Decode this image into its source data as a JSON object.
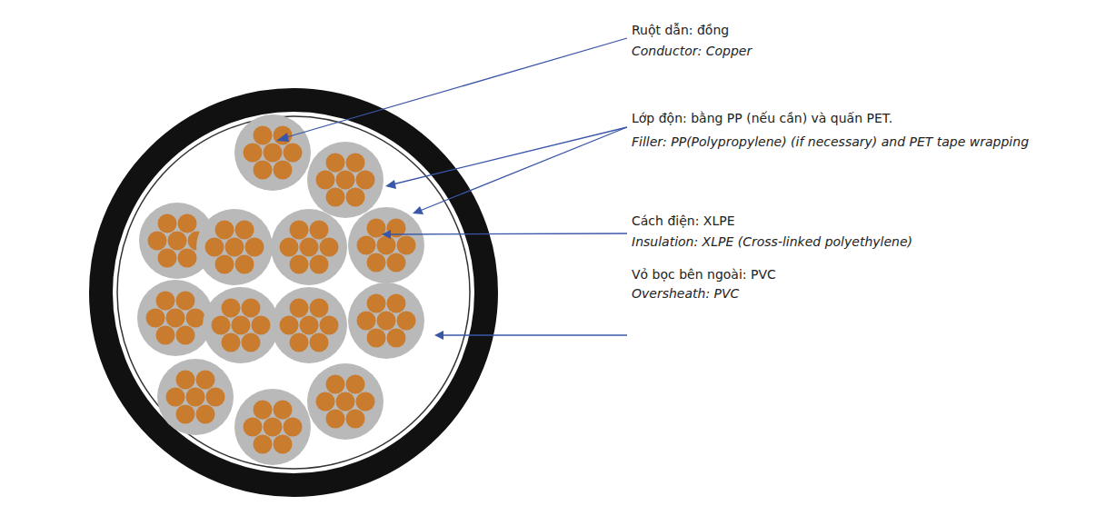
{
  "diagram": {
    "labels": [
      "Ruột dẫn: đồng",
      "Conductor: Copper",
      "Lớp độn: bằng PP (nếu cần) và quấn PET.",
      "Filler: PP(Polypropylene) (if necessary) and PET tape wrapping",
      "Cách điện: XLPE",
      "Insulation: XLPE (Cross-linked polyethylene)",
      "Vỏ bọc bên ngoài: PVC",
      "Oversheath: PVC"
    ]
  }
}
